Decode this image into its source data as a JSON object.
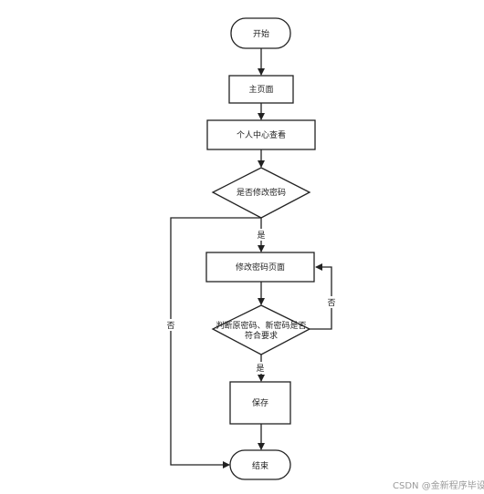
{
  "nodes": {
    "start": "开始",
    "home": "主页面",
    "profile": "个人中心查看",
    "decision_change": "是否修改密码",
    "change_page": "修改密码页面",
    "decision_check_line1": "判断原密码、新密码是否",
    "decision_check_line2": "符合要求",
    "save": "保存",
    "end": "结束"
  },
  "edges": {
    "yes_1": "是",
    "no_1": "否",
    "yes_2": "是",
    "no_2": "否"
  },
  "watermark": "CSDN @金新程序毕设",
  "colors": {
    "stroke": "#222222",
    "background": "#ffffff",
    "watermark": "#9a9a9a"
  }
}
